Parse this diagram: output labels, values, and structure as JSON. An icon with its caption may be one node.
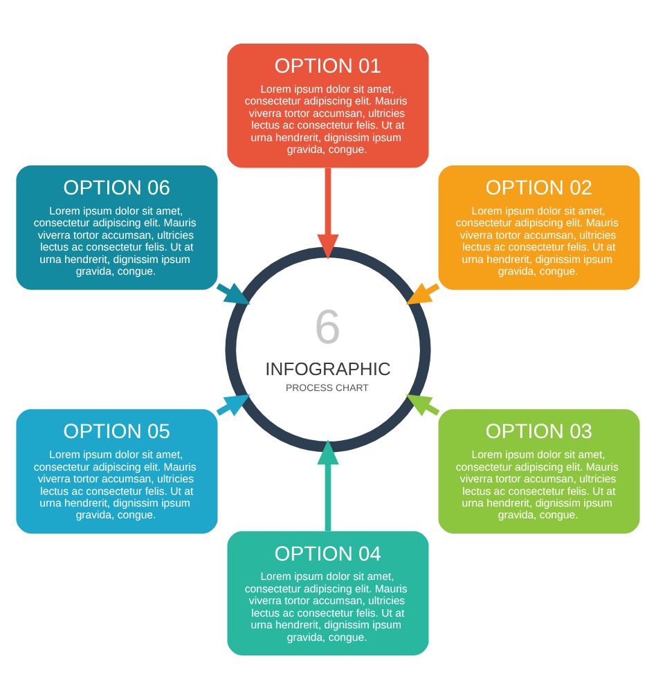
{
  "diagram": {
    "nodes": [
      {
        "text": [
          "OPTION 01",
          "Lorem ipsum dolor sit amet, consectetur adipiscing elit. Mauris viverra tortor accumsan, ultricies lectus ac consectetur felis. Ut at urna hendrerit, dignissim ipsum gravida, congue."
        ]
      },
      {
        "text": [
          "OPTION 02",
          "Lorem ipsum dolor sit amet, consectetur adipiscing elit. Mauris viverra tortor accumsan, ultricies lectus ac consectetur felis. Ut at urna hendrerit, dignissim ipsum gravida, congue."
        ]
      },
      {
        "text": [
          "OPTION 03",
          "Lorem ipsum dolor sit amet, consectetur adipiscing elit. Mauris viverra tortor accumsan, ultricies lectus ac consectetur felis. Ut at urna hendrerit, dignissim ipsum gravida, congue."
        ]
      },
      {
        "text": [
          "OPTION 04",
          "Lorem ipsum dolor sit amet, consectetur adipiscing elit. Mauris viverra tortor accumsan, ultricies lectus ac consectetur felis. Ut at urna hendrerit, dignissim ipsum gravida, congue."
        ]
      },
      {
        "text": [
          "OPTION 05",
          "Lorem ipsum dolor sit amet, consectetur adipiscing elit. Mauris viverra tortor accumsan, ultricies lectus ac consectetur felis. Ut at urna hendrerit, dignissim ipsum gravida, congue."
        ]
      },
      {
        "text": [
          "OPTION 06",
          "Lorem ipsum dolor sit amet, consectetur adipiscing elit. Mauris viverra tortor accumsan, ultricies lectus ac consectetur felis. Ut at urna hendrerit, dignissim ipsum gravida, congue."
        ]
      },
      {
        "text": [
          "6",
          "INFOGRAPHIC",
          "PROCESS CHART"
        ]
      }
    ],
    "edges": [
      {
        "from": 0,
        "to": 6,
        "arrow": "to",
        "color": "#e8553a"
      },
      {
        "from": 1,
        "to": 6,
        "arrow": "to",
        "color": "#f6a01a"
      },
      {
        "from": 2,
        "to": 6,
        "arrow": "to",
        "color": "#8cc63f"
      },
      {
        "from": 3,
        "to": 6,
        "arrow": "to",
        "color": "#2ab7a0"
      },
      {
        "from": 4,
        "to": 6,
        "arrow": "to",
        "color": "#1ea7cb"
      },
      {
        "from": 5,
        "to": 6,
        "arrow": "to",
        "color": "#138a9f"
      }
    ]
  }
}
